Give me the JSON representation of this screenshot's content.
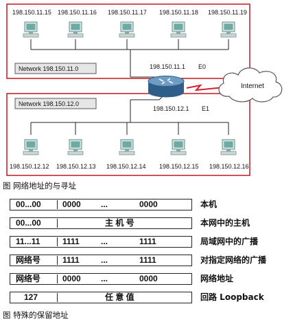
{
  "network_top": {
    "hosts": [
      "198.150.11.15",
      "198.150.11.16",
      "198.150.11.17",
      "198.150.11.18",
      "198.150.11.19"
    ],
    "label": "Network 198.150.11.0",
    "router_ip": "198.150.11.1",
    "router_iface": "E0"
  },
  "network_bottom": {
    "hosts": [
      "198.150.12.12",
      "198.150.12.13",
      "198.150.12.14",
      "198.150.12.15",
      "198.150.12.16"
    ],
    "label": "Network 198.150.12.0",
    "router_ip": "198.150.12.1",
    "router_iface": "E1"
  },
  "cloud_label": "Internet",
  "caption1": "图 网络地址的与寻址",
  "table_rows": [
    {
      "c1": "00...00",
      "c2": "0000",
      "c3": "...",
      "c4": "0000",
      "desc": "本机"
    },
    {
      "c1": "00...00",
      "c2": "",
      "c3": "主 机 号",
      "c4": "",
      "desc": "本网中的主机"
    },
    {
      "c1": "11...11",
      "c2": "1111",
      "c3": "...",
      "c4": "1111",
      "desc": "局域网中的广播"
    },
    {
      "c1": "网络号",
      "c2": "1111",
      "c3": "...",
      "c4": "1111",
      "desc": "对指定网络的广播"
    },
    {
      "c1": "网络号",
      "c2": "0000",
      "c3": "...",
      "c4": "0000",
      "desc": "网络地址"
    },
    {
      "c1": "127",
      "c2": "",
      "c3": "任 意 值",
      "c4": "",
      "desc": "回路 Loopback"
    }
  ],
  "caption2": "图 特殊的保留地址",
  "colors": {
    "border_red": "#c0181f",
    "link_red": "#d3202a",
    "router_blue": "#3a6f9a",
    "pc_teal": "#6fa9a3"
  }
}
